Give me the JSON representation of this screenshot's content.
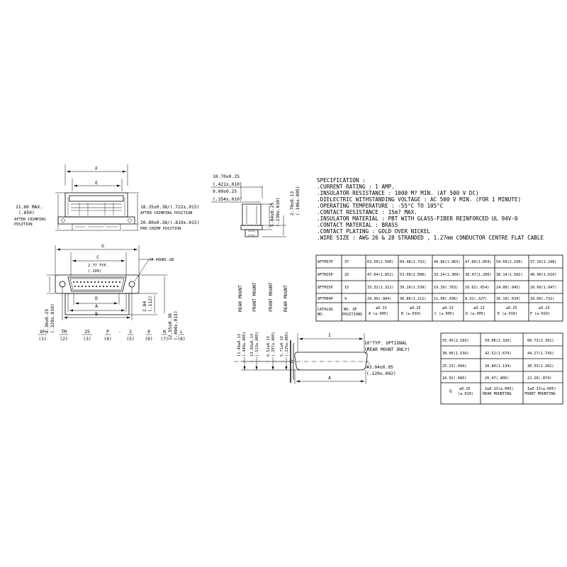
{
  "front_view": {
    "f_label": "F",
    "e_label": "E",
    "left_dim": "21.60 MAX.",
    "left_dim_in": "(.850)",
    "left_note1": "AFTER CRIMPING",
    "left_note2": "POSITION",
    "right_dim1": "18.35±0.38/(.722±.015)",
    "right_note1": "AFTER CRIMPING POSITION",
    "right_dim2": "20.80±0.38/(.819±.015)",
    "right_note2": "PRE-CRIMP POSITION"
  },
  "side_view": {
    "d1": "10.70±0.25",
    "d1_in": "(.421±.010)",
    "d2": "9.00±0.25",
    "d2_in": "(.354±.010)",
    "v1": "5.84±0.25",
    "v1_in": "(.230±.010)",
    "v2": "2.70±0.13",
    "v2_in": "(.106±.005)"
  },
  "specification": [
    "SPECIFICATION :",
    ".CURRENT RATING : 1 AMP.",
    ".INSULATOR RESISTANCE : 1000 M? MIN. (AT 500 V DC)",
    ".DIELECTRIC WITHSTANDING VOLTAGE : AC 500 V MIN. (FOR 1 MINUTE)",
    ".OPERATING TEMPERATURE : -55°C TO 105°C",
    ".CONTACT RESISTANCE : 15m? MAX.",
    ".INSULATOR MATERIAL : PBT WITH GLASS-FIBER REINFORCED UL 94V-0",
    ".CONTACT MATERIAL : BRASS",
    ".CONTACT PLATING : GOLD OVER NICKEL",
    ".WIRE SIZE : AWG 26 & 28 STRANDED , 1.27mm CONDUCTOR CENTRE FLAT CABLE"
  ],
  "top_view": {
    "g_label": "G",
    "c_label": "C",
    "typ": "2.77 TYP.",
    "typ_in": "(.109)",
    "d_label": "D",
    "a_label": "A",
    "b_label": "B",
    "thread": "4#-40UNC-2B",
    "left_dim": "8.36±0.25",
    "left_dim_in": "(.329±.010)",
    "r1": "2.84",
    "r1_in": "(.112)",
    "r2": "12.55±0.38",
    "r2_in": "(.494±.015)"
  },
  "part_number": {
    "codes": [
      "8F",
      "TM",
      "25",
      "P",
      "-",
      "3",
      "0",
      "N",
      "L"
    ],
    "indices": [
      "(1)",
      "(2)",
      "(3)",
      "(4)",
      "(5)",
      "(6)",
      "(7)",
      "(8)"
    ]
  },
  "table1": {
    "rows": [
      [
        "8FTM37P",
        "37",
        "63.50(2.500)",
        "69.48(2.732)",
        "49.86(1.963)",
        "47.09(1.854)",
        "54.60(2.150)",
        "57.10(2.248)"
      ],
      [
        "8FTM25P",
        "25",
        "47.04(1.852)",
        "53.09(2.090)",
        "33.24(1.309)",
        "38.47(1.200)",
        "38.14(1.502)",
        "40.90(1.610)"
      ],
      [
        "8FTM15P",
        "15",
        "33.32(1.312)",
        "39.10(1.539)",
        "19.39(.763)",
        "16.62(.654)",
        "24.00(.945)",
        "26.60(1.047)"
      ],
      [
        "8FTM09P",
        "9",
        "24.99(.984)",
        "30.80(1.212)",
        "11.08(.436)",
        "8.31(.327)",
        "16.10(.634)",
        "18.60(.732)"
      ]
    ],
    "header": [
      {
        "top": "CATALOG",
        "bot": "NO."
      },
      {
        "top": "NO. OF",
        "bot": "POSITIONS"
      },
      {
        "top": "±0.13",
        "bot": "A (±.005)"
      },
      {
        "top": "±0.25",
        "bot": "B (±.010)"
      },
      {
        "top": "±0.13",
        "bot": "C (±.005)"
      },
      {
        "top": "±0.13",
        "bot": "D (±.005)"
      },
      {
        "top": "±0.25",
        "bot": "E (±.010)"
      },
      {
        "top": "±0.25",
        "bot": "F (±.010)"
      }
    ]
  },
  "mount_view": {
    "col1": "REAR MOUNT",
    "col2": "FRONT MOUNT",
    "col3": "FRONT MOUNT",
    "col4": "REAR MOUNT",
    "v1": "11.40±0.13",
    "v1_in": "(.449±.005)",
    "v2": "13.03±0.13",
    "v2_in": "(.513±.005)",
    "v3": "6.52±0.13",
    "v3_in": "(.257±.005)",
    "v4": "5.71±0.13",
    "v4_in": "(.225±.005)",
    "i_label": "I",
    "a_label": "A",
    "angle": "10°TYP. OPTIONAL",
    "angle_note": "(REAR MOUNT ONLY)",
    "hole": "#3.04±0.05",
    "hole_in": "(.120±.002)"
  },
  "table2": {
    "rows": [
      [
        "55.45(2.183)",
        "59.08(2.326)",
        "60.73(2.391)"
      ],
      [
        "38.96(1.534)",
        "42.52(1.674)",
        "44.27(1.743)"
      ],
      [
        "25.23(.994)",
        "28.80(1.134)",
        "30.53(1.202)"
      ],
      [
        "16.92(.666)",
        "20.47(.806)",
        "22.20(.874)"
      ]
    ],
    "header": [
      {
        "top": "±0.25",
        "letter": "G",
        "bot": "(±.010)"
      },
      {
        "top": "I±0.13(±.005)",
        "bot": "REAR MOUNTING"
      },
      {
        "top": "I±0.13(±.005)",
        "bot": "FRONT MOUNTING"
      }
    ]
  }
}
